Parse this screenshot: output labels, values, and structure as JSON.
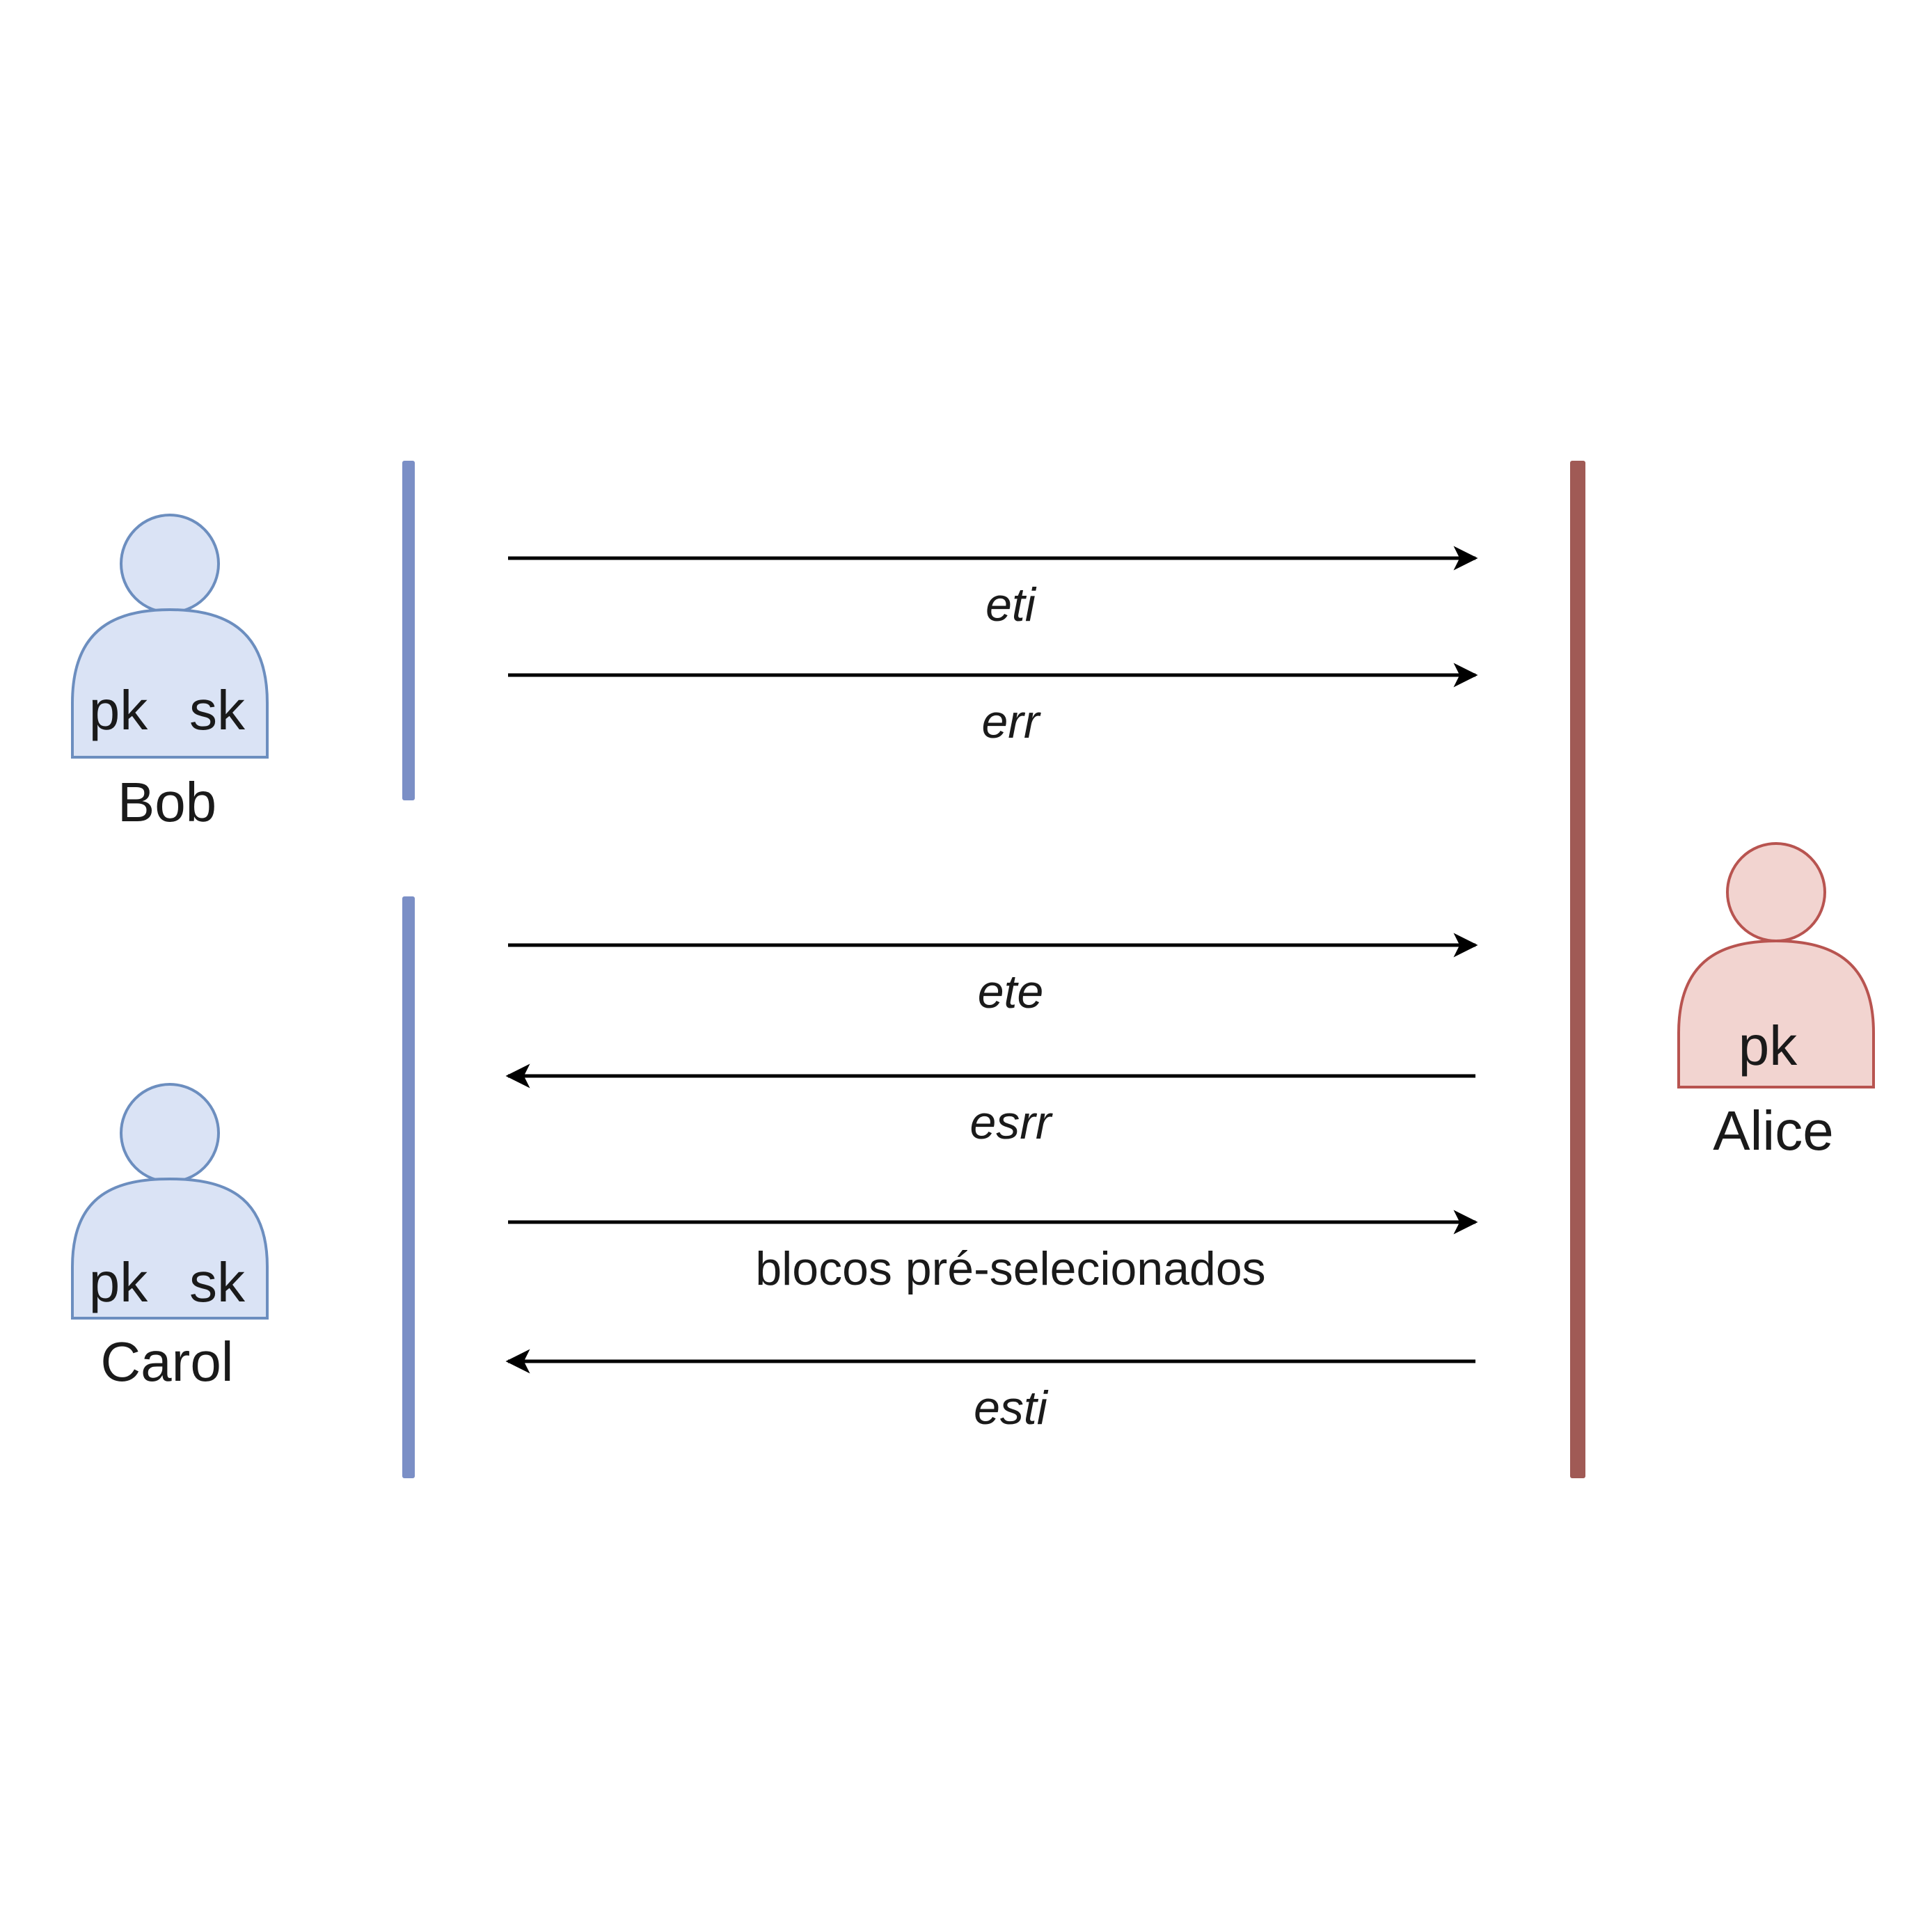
{
  "colors": {
    "user_fill": "#dae3f5",
    "user_stroke": "#6c8ebf",
    "user_lifeline": "#7b8fc6",
    "alice_fill": "#f2d4d0",
    "alice_stroke": "#b85450",
    "alice_lifeline": "#a05a55",
    "arrow": "#000000"
  },
  "actors": {
    "bob": {
      "name": "Bob",
      "key1": "pk",
      "key2": "sk"
    },
    "carol": {
      "name": "Carol",
      "key1": "pk",
      "key2": "sk"
    },
    "alice": {
      "name": "Alice",
      "key1": "pk"
    }
  },
  "messages": [
    {
      "label": "eti",
      "direction": "to-alice",
      "from": "bob",
      "italic": true
    },
    {
      "label": "err",
      "direction": "to-alice",
      "from": "bob",
      "italic": true
    },
    {
      "label": "ete",
      "direction": "to-alice",
      "from": "carol",
      "italic": true
    },
    {
      "label": "esrr",
      "direction": "to-carol",
      "from": "alice",
      "italic": true
    },
    {
      "label": "blocos pré-selecionados",
      "direction": "to-alice",
      "from": "carol",
      "italic": false
    },
    {
      "label": "esti",
      "direction": "to-carol",
      "from": "alice",
      "italic": true
    }
  ]
}
